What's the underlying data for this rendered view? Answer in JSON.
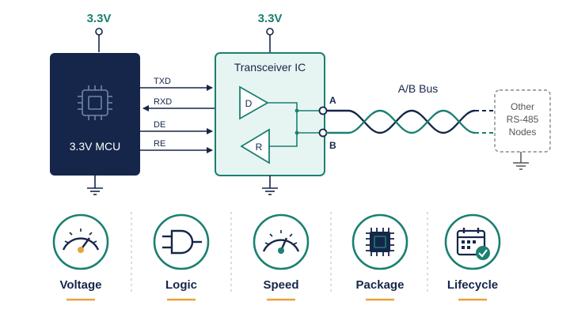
{
  "supplies": {
    "mcu_supply": "3.3V",
    "transceiver_supply": "3.3V"
  },
  "mcu": {
    "label": "3.3V MCU"
  },
  "signals": {
    "txd": "TXD",
    "rxd": "RXD",
    "de": "DE",
    "re": "RE"
  },
  "transceiver": {
    "title": "Transceiver IC",
    "driver": "D",
    "receiver": "R"
  },
  "bus": {
    "label": "A/B Bus",
    "pin_a": "A",
    "pin_b": "B"
  },
  "nodes": {
    "line1": "Other",
    "line2": "RS-485",
    "line3": "Nodes"
  },
  "features": [
    {
      "label": "Voltage",
      "icon": "gauge-needle-icon"
    },
    {
      "label": "Logic",
      "icon": "and-gate-icon"
    },
    {
      "label": "Speed",
      "icon": "speedometer-icon"
    },
    {
      "label": "Package",
      "icon": "chip-package-icon"
    },
    {
      "label": "Lifecycle",
      "icon": "calendar-check-icon"
    }
  ],
  "colors": {
    "navy": "#16264a",
    "teal": "#1a8070",
    "teal_light": "#e7f5f2",
    "accent_orange": "#e8a33a"
  }
}
